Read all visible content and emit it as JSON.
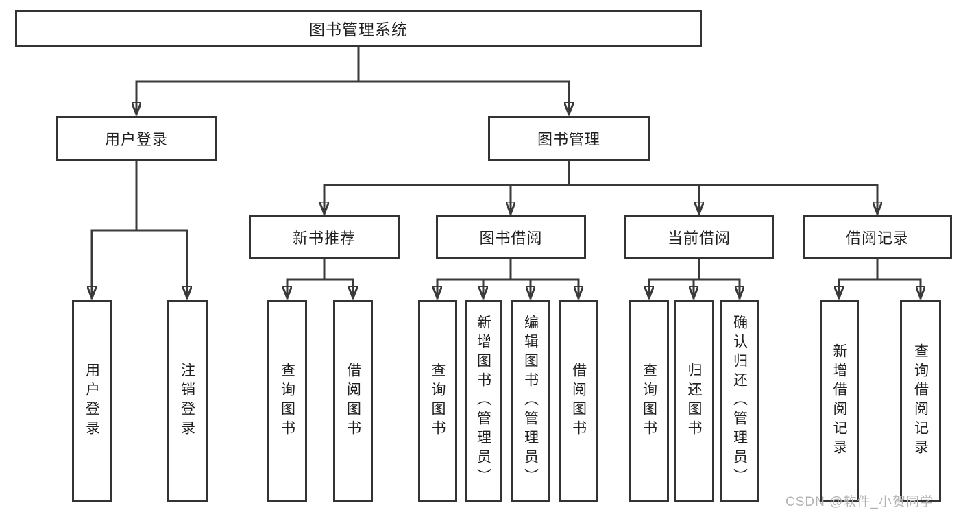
{
  "diagram_title": "图书管理系统",
  "tree": {
    "root": {
      "label": "图书管理系统"
    },
    "children": [
      {
        "label": "用户登录",
        "children": [
          {
            "label": "用户登录"
          },
          {
            "label": "注销登录"
          }
        ]
      },
      {
        "label": "图书管理",
        "children": [
          {
            "label": "新书推荐",
            "children": [
              {
                "label": "查询图书"
              },
              {
                "label": "借阅图书"
              }
            ]
          },
          {
            "label": "图书借阅",
            "children": [
              {
                "label": "查询图书"
              },
              {
                "label": "新增图书（管理员）"
              },
              {
                "label": "编辑图书（管理员）"
              },
              {
                "label": "借阅图书"
              }
            ]
          },
          {
            "label": "当前借阅",
            "children": [
              {
                "label": "查询图书"
              },
              {
                "label": "归还图书"
              },
              {
                "label": "确认归还（管理员）"
              }
            ]
          },
          {
            "label": "借阅记录",
            "children": [
              {
                "label": "新增借阅记录"
              },
              {
                "label": "查询借阅记录"
              }
            ]
          }
        ]
      }
    ]
  },
  "watermark": "CSDN @软件_小贺同学",
  "colors": {
    "line": "#3a3a3a",
    "box_border": "#333333",
    "text": "#1f1f1f",
    "background": "#ffffff",
    "watermark": "#b3b3b3"
  }
}
